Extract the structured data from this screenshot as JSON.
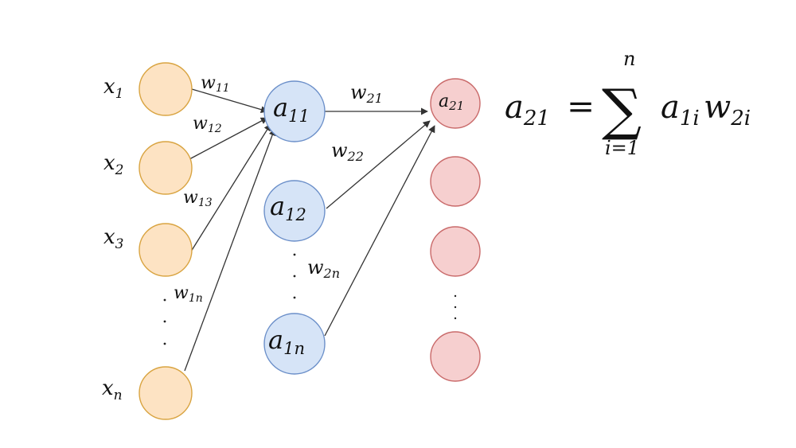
{
  "colors": {
    "input_fill": "#fde3c3",
    "input_stroke": "#d9a441",
    "hidden_fill": "#d6e4f7",
    "hidden_stroke": "#6b8fc9",
    "output_fill": "#f6cfcf",
    "output_stroke": "#c96a6a"
  },
  "input_layer": [
    {
      "var": "x",
      "sub": "1"
    },
    {
      "var": "x",
      "sub": "2"
    },
    {
      "var": "x",
      "sub": "3"
    },
    {
      "var": "x",
      "sub": "n"
    }
  ],
  "hidden_layer": [
    {
      "var": "a",
      "sub": "11"
    },
    {
      "var": "a",
      "sub": "12"
    },
    {
      "var": "a",
      "sub": "1n"
    }
  ],
  "output_layer": [
    {
      "var": "a",
      "sub": "21"
    }
  ],
  "weights": {
    "w11": {
      "var": "w",
      "sub": "11"
    },
    "w12": {
      "var": "w",
      "sub": "12"
    },
    "w13": {
      "var": "w",
      "sub": "13"
    },
    "w1n": {
      "var": "w",
      "sub": "1n"
    },
    "w21": {
      "var": "w",
      "sub": "21"
    },
    "w22": {
      "var": "w",
      "sub": "22"
    },
    "w2n": {
      "var": "w",
      "sub": "2n"
    }
  },
  "formula": {
    "lhs_var": "a",
    "lhs_sub": "21",
    "equals": "=",
    "sum_symbol": "∑",
    "sum_upper": "n",
    "sum_lower": "i=1",
    "term1_var": "a",
    "term1_sub": "1i",
    "term2_var": "w",
    "term2_sub": "2i"
  }
}
